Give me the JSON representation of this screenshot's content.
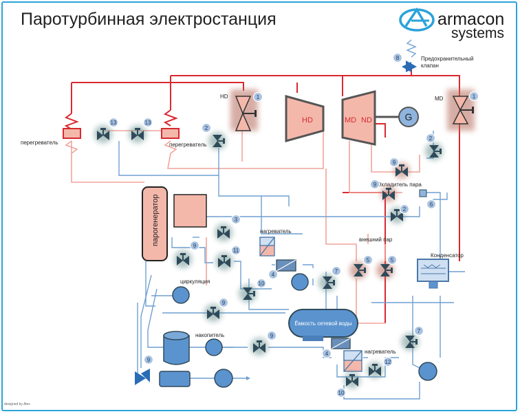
{
  "title": "Паротурбинная электростанция",
  "logo": {
    "brand": "armacon",
    "sub": "systems"
  },
  "credit": "designed by Alex",
  "labels": {
    "relief_valve": "Предохранительный",
    "relief_valve_2": "клапан",
    "superheater_left": "перегреватель",
    "superheater_right": "перегреватель",
    "hd_valve": "HD",
    "md_valve": "MD",
    "turbine_hd": "HD",
    "turbine_md": "MD",
    "turbine_nd": "ND",
    "generator": "G",
    "steam_cooler": "Охладитель пара",
    "steam_generator": "парогенератор",
    "heater_top": "нагреватель",
    "external_steam": "внешний пар",
    "condenser": "Конденсатор",
    "circulation": "циркуляция",
    "accumulator": "накопитель",
    "tank": "Ёмкость сетевой воды",
    "heater_bottom": "нагреватель"
  },
  "numbers": {
    "n8": "8",
    "n1a": "1",
    "n1b": "1",
    "n13a": "13",
    "n13b": "13",
    "n2a": "2",
    "n2b": "2",
    "n2c": "2",
    "n9a": "9",
    "n9b": "9",
    "n6": "6",
    "n3": "3",
    "n9c": "9",
    "n11": "11",
    "n4a": "4",
    "n7a": "7",
    "n10a": "10",
    "n5a": "5",
    "n5b": "5",
    "n9d": "9",
    "n9e": "9",
    "n4b": "4",
    "n7b": "7",
    "n9f": "9",
    "n12": "12",
    "n10b": "10"
  },
  "colors": {
    "frame": "#2ba3d9",
    "steam": "#d9282f",
    "steam_light": "#f0a49a",
    "water": "#6f9fd0",
    "fill_blue": "#5b93cf",
    "fill_pink": "#f4b8ab"
  }
}
